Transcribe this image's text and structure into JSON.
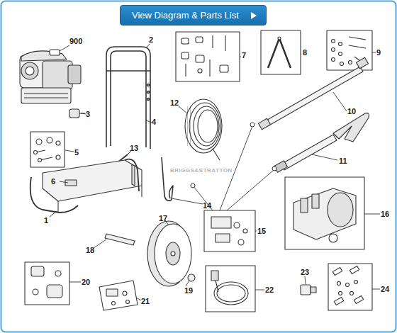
{
  "diagram": {
    "nodes": [
      {
        "text": [
          "View Diagram & Parts List"
        ]
      }
    ],
    "labels": [
      "900",
      "2",
      "7",
      "8",
      "9",
      "3",
      "12",
      "10",
      "4",
      "5",
      "13",
      "11",
      "6",
      "BRIGGS&STRATTON",
      "14",
      "16",
      "1",
      "17",
      "15",
      "18",
      "20",
      "23",
      "22",
      "24",
      "19",
      "21"
    ]
  }
}
